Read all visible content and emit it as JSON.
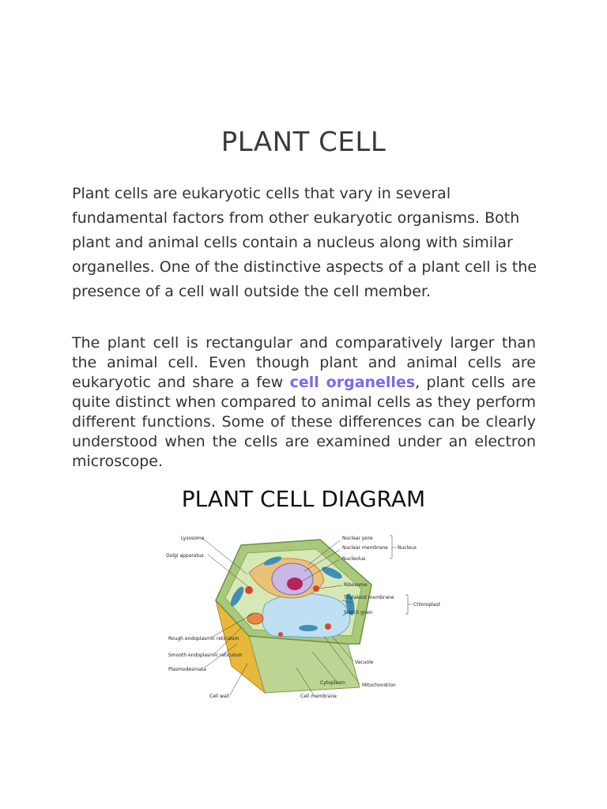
{
  "document": {
    "title": "PLANT CELL",
    "paragraph1": "Plant cells are eukaryotic cells that vary in several fundamental factors from other eukaryotic organisms. Both plant and animal cells contain a nucleus along with similar organelles. One of the distinctive aspects of a plant cell is the presence of a cell wall outside the cell member.",
    "paragraph2_before_link": "The plant cell is rectangular and comparatively  larger than the animal cell. Even though plant and animal cells are eukaryotic and share a few ",
    "paragraph2_link": "cell organelles",
    "paragraph2_after_link": ", plant cells are quite distinct when compared to animal cells as they perform different functions. Some of these differences can be clearly understood when the cells are examined under an electron microscope.",
    "diagram_title": "PLANT CELL DIAGRAM",
    "link_color": "#7b68ee"
  },
  "diagram_labels": {
    "lysosome": "Lysosome",
    "golgi": "Golgi apparatus",
    "rough_er": "Rough endoplasmic reticulum",
    "smooth_er": "Smooth endoplasmic reticulum",
    "plasmodesmata": "Plasmodesmata",
    "cell_wall": "Cell wall",
    "nuclear_pore": "Nuclear pore",
    "nuclear_membrane": "Nuclear membrane",
    "nucleolus": "Nucleolus",
    "nucleus": "Nucleus",
    "ribosome": "Ribosome",
    "thylakoid_membrane": "Thylakoid membrane",
    "starch_grain": "Starch grain",
    "chloroplast": "Chloroplast",
    "vacuole": "Vacuole",
    "cytoplasm": "Cytoplasm",
    "mitochondrion": "Mitochondrion",
    "cell_membrane": "Cell membrane"
  }
}
